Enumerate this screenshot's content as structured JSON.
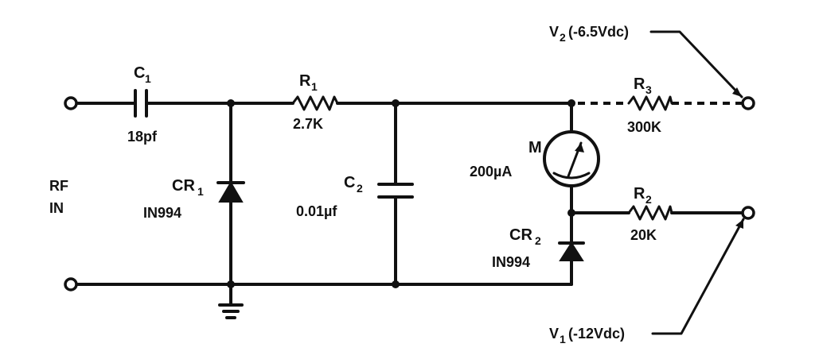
{
  "labels": {
    "c1_name": "C",
    "c1_sub": "1",
    "c1_value": "18pf",
    "r1_name": "R",
    "r1_sub": "1",
    "r1_value": "2.7K",
    "cr1_name": "CR",
    "cr1_sub": "1",
    "cr1_part": "IN994",
    "c2_name": "C",
    "c2_sub": "2",
    "c2_value": "0.01µf",
    "meter_name": "M",
    "meter_value": "200µA",
    "cr2_name": "CR",
    "cr2_sub": "2",
    "cr2_part": "IN994",
    "r3_name": "R",
    "r3_sub": "3",
    "r3_value": "300K",
    "r2_name": "R",
    "r2_sub": "2",
    "r2_value": "20K",
    "rf_line1": "RF",
    "rf_line2": "IN",
    "v2_name": "V",
    "v2_sub": "2",
    "v2_value": "(-6.5Vdc)",
    "v1_name": "V",
    "v1_sub": "1",
    "v1_value": "(-12Vdc)"
  }
}
